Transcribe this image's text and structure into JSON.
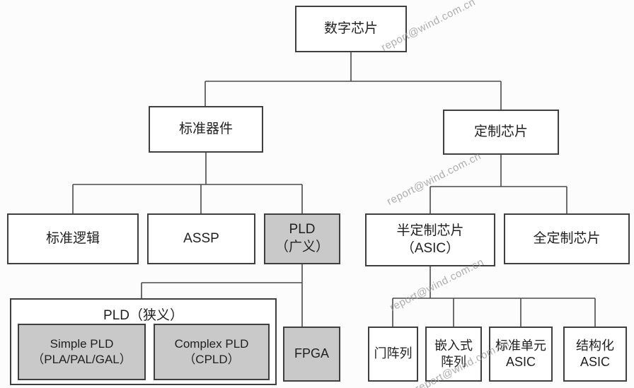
{
  "watermark": {
    "text": "report@wind.com.cn"
  },
  "colors": {
    "box-border": "#3f3f3f",
    "shaded-bg": "#c9c9c9",
    "line-color": "#4a4a4a",
    "watermark-color": "#9a9a9a",
    "page-bg": "#fcfcfc",
    "text-color": "#1f1f1f"
  },
  "nodes": {
    "root": {
      "label": "数字芯片"
    },
    "standard_devices": {
      "label": "标准器件"
    },
    "custom_chips": {
      "label": "定制芯片"
    },
    "standard_logic": {
      "label": "标准逻辑"
    },
    "assp": {
      "label": "ASSP"
    },
    "pld_broad": {
      "line1": "PLD",
      "line2": "（广义）"
    },
    "semi_custom": {
      "line1": "半定制芯片",
      "line2": "（ASIC）"
    },
    "full_custom": {
      "label": "全定制芯片"
    },
    "pld_narrow": {
      "title": "PLD（狭义）"
    },
    "simple_pld": {
      "line1": "Simple PLD",
      "line2": "（PLA/PAL/GAL）"
    },
    "complex_pld": {
      "line1": "Complex PLD",
      "line2": "（CPLD）"
    },
    "fpga": {
      "label": "FPGA"
    },
    "gate_array": {
      "label": "门阵列"
    },
    "embedded_array": {
      "line1": "嵌入式",
      "line2": "阵列"
    },
    "standard_cell_asic": {
      "line1": "标准单元",
      "line2": "ASIC"
    },
    "structured_asic": {
      "line1": "结构化",
      "line2": "ASIC"
    }
  }
}
